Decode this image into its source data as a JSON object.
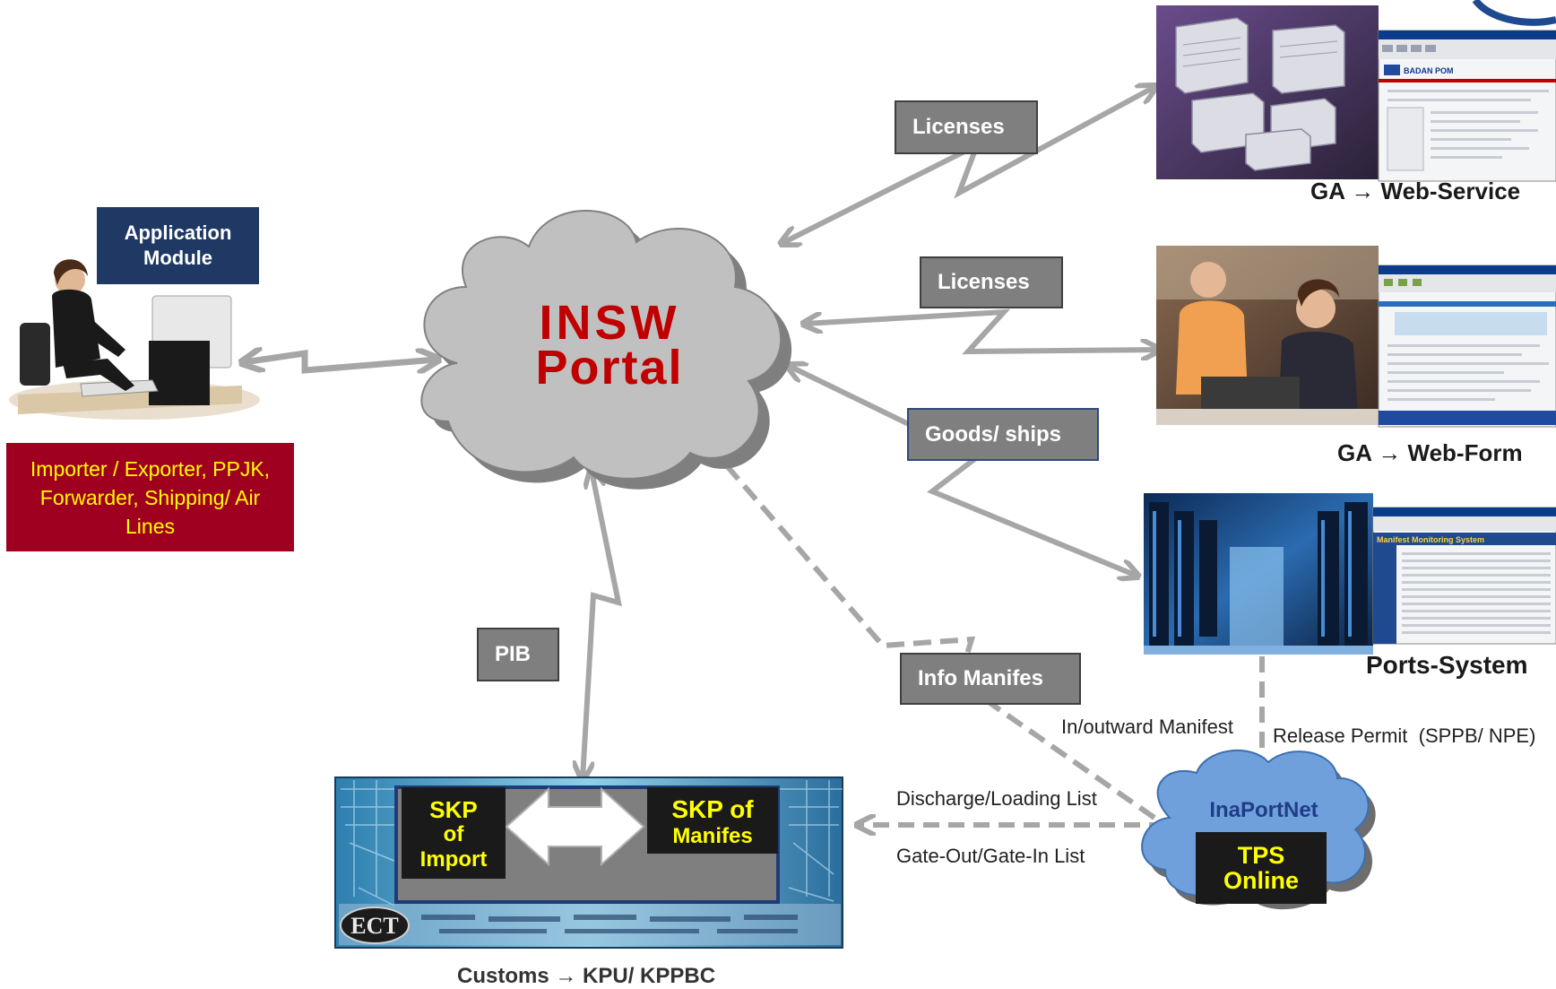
{
  "portal": {
    "line1": "INSW",
    "line2": "Portal"
  },
  "app_module": {
    "line1": "Application",
    "line2": "Module"
  },
  "importer": {
    "line1": "Importer / Exporter, PPJK,",
    "line2": "Forwarder, Shipping/ Air",
    "line3": "Lines"
  },
  "links": {
    "licenses_ws": "Licenses",
    "licenses_wf": "Licenses",
    "goods_ships": "Goods/ ships",
    "pib": "PIB",
    "info_manifes": "Info Manifes"
  },
  "captions": {
    "web_service_prefix": "GA",
    "web_service": "Web-Service",
    "web_form_prefix": "GA",
    "web_form": "Web-Form",
    "ports_system": "Ports-System",
    "customs_prefix": "Customs",
    "customs": "KPU/ KPPBC"
  },
  "arrow_glyph": "→",
  "notes": {
    "inoutward": "In/outward Manifest",
    "release_permit": "Release Permit  (SPPB/ NPE)",
    "discharge": "Discharge/Loading List",
    "gate": "Gate-Out/Gate-In List"
  },
  "skp_import": {
    "line1": "SKP",
    "line2": "of",
    "line3": "Import"
  },
  "skp_manifes": {
    "line1": "SKP of",
    "line2": "Manifes"
  },
  "ect_logo": "ECT",
  "inaportnet": {
    "title": "InaPortNet",
    "tps_line1": "TPS",
    "tps_line2": "Online"
  },
  "screenshots": {
    "badan_pom": "BADAN POM",
    "manifest_system": "Manifest Monitoring System"
  },
  "colors": {
    "cloud_fill": "#c0c0c0",
    "portal_text": "#c00000",
    "label_bg": "#7f7f7f",
    "app_module_bg": "#1f3864",
    "importer_bg": "#a00020",
    "importer_text": "#ffff00",
    "inaport_cloud": "#6fa0dc",
    "inaport_text": "#1f3c88",
    "tps_bg": "#1a1a1a",
    "tps_text": "#ffff00",
    "arrow": "#a6a6a6"
  }
}
